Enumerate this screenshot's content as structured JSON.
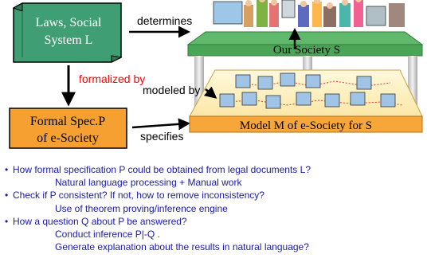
{
  "colors": {
    "scroll_fill": "#3f9e74",
    "spec_fill": "#f5a030",
    "model_fill": "#f7a73a",
    "platform_top": "#5fb86b",
    "bullet_text": "#1a1aa6",
    "red_label": "#ff0000"
  },
  "diagram": {
    "laws_box": "Laws, Social System L",
    "laws_line1": "Laws, Social",
    "laws_line2": "System L",
    "formal_line1": "Formal Spec.P",
    "formal_line2": "of e-Society",
    "society_label": "Our Society S",
    "model_label": "Model M of e-Society for S",
    "determines": "determines",
    "formalized_by": "formalized by",
    "modeled_by": "modeled by",
    "specifies": "specifies"
  },
  "bullets": [
    {
      "question": "How formal specification P could be obtained from legal documents L?",
      "answers": [
        "Natural language processing + Manual work"
      ]
    },
    {
      "question": "Check if P consistent? If not, how to remove inconsistency?",
      "answers": [
        "Use of theorem proving/inference engine"
      ]
    },
    {
      "question": "How a question Q about P be answered?",
      "answers": [
        "Conduct inference P|-Q .",
        "Generate explanation about the results in natural language?"
      ]
    }
  ]
}
